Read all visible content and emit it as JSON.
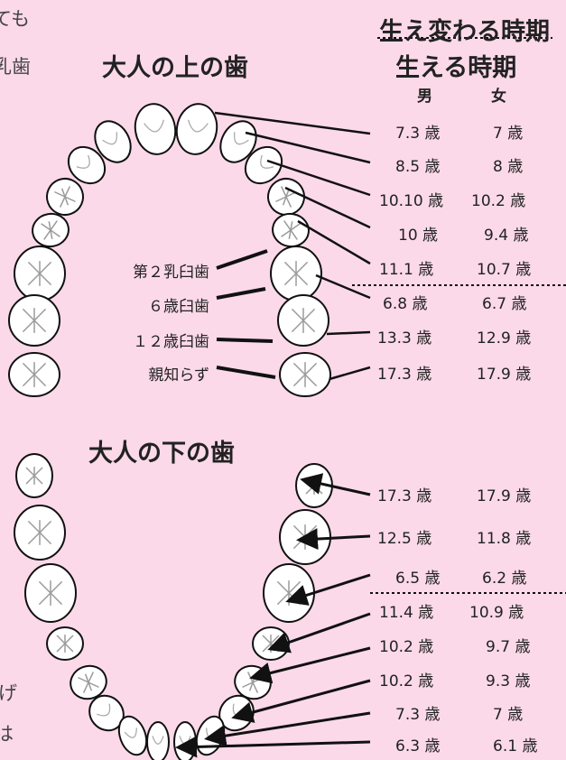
{
  "edge_text": {
    "top": [
      "ても",
      "乳歯",
      "。"
    ],
    "bottom": [
      "げ",
      "は"
    ]
  },
  "upper_title": "大人の上の歯",
  "lower_title": "大人の下の歯",
  "replacement_header": "生え変わる時期",
  "eruption_header": "生える時期",
  "sex_headers": {
    "male": "男",
    "female": "女"
  },
  "labels": [
    "第２乳臼歯",
    "６歳臼歯",
    "１２歳臼歯",
    "親知らず"
  ],
  "upper_ages": [
    {
      "male": "7.3 歳",
      "female": "7 歳"
    },
    {
      "male": "8.5 歳",
      "female": "8 歳"
    },
    {
      "male": "10.10 歳",
      "female": "10.2 歳"
    },
    {
      "male": "10 歳",
      "female": "9.4 歳"
    },
    {
      "male": "11.1 歳",
      "female": "10.7 歳"
    },
    {
      "male": "6.8 歳",
      "female": "6.7 歳"
    },
    {
      "male": "13.3 歳",
      "female": "12.9 歳"
    },
    {
      "male": "17.3 歳",
      "female": "17.9 歳"
    }
  ],
  "lower_ages": [
    {
      "male": "17.3 歳",
      "female": "17.9 歳"
    },
    {
      "male": "12.5 歳",
      "female": "11.8 歳"
    },
    {
      "male": "6.5 歳",
      "female": "6.2 歳"
    },
    {
      "male": "11.4 歳",
      "female": "10.9 歳"
    },
    {
      "male": "10.2 歳",
      "female": "9.7 歳"
    },
    {
      "male": "10.2 歳",
      "female": "9.3 歳"
    },
    {
      "male": "7.3 歳",
      "female": "7 歳"
    },
    {
      "male": "6.3 歳",
      "female": "6.1 歳"
    }
  ],
  "colors": {
    "background": "#fbd9e9",
    "tooth_fill": "#ffffff",
    "tooth_outline": "#111111"
  }
}
